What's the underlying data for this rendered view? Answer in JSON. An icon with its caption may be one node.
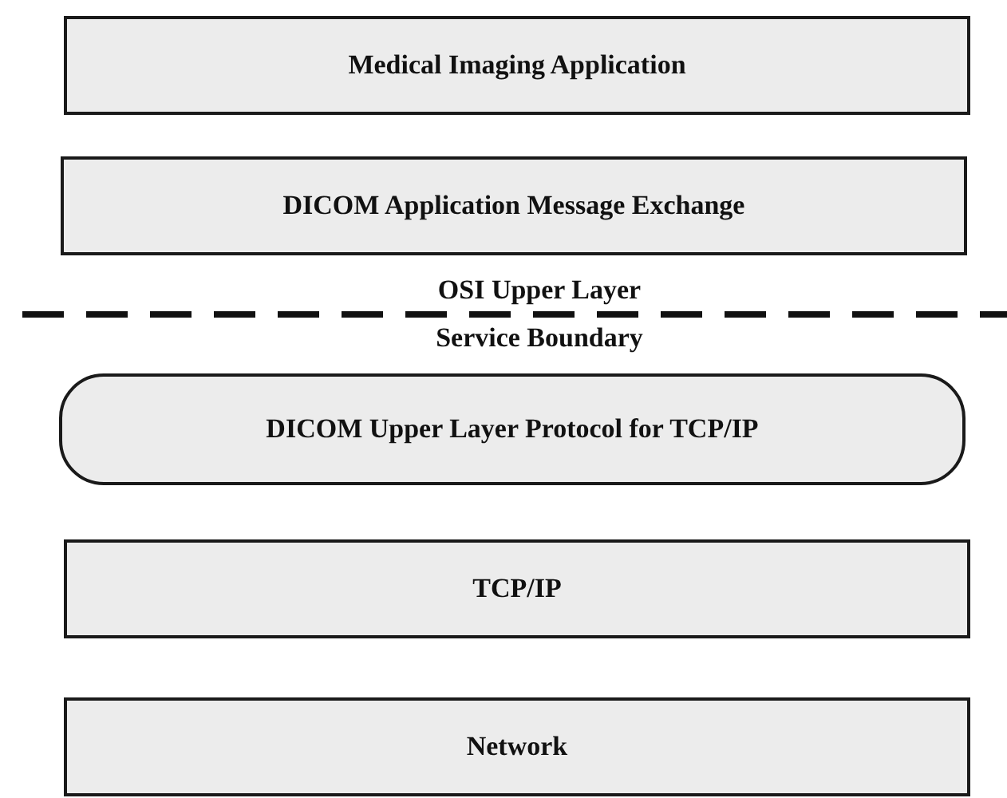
{
  "diagram": {
    "nodes": [
      {
        "text": [
          "Medical Imaging Application"
        ]
      },
      {
        "text": [
          "DICOM Application Message Exchange"
        ]
      },
      {
        "text": [
          "DICOM Upper Layer Protocol for TCP/IP"
        ]
      },
      {
        "text": [
          "TCP/IP"
        ]
      },
      {
        "text": [
          "Network"
        ]
      }
    ],
    "labels": [
      "OSI Upper Layer",
      "Service Boundary"
    ]
  }
}
